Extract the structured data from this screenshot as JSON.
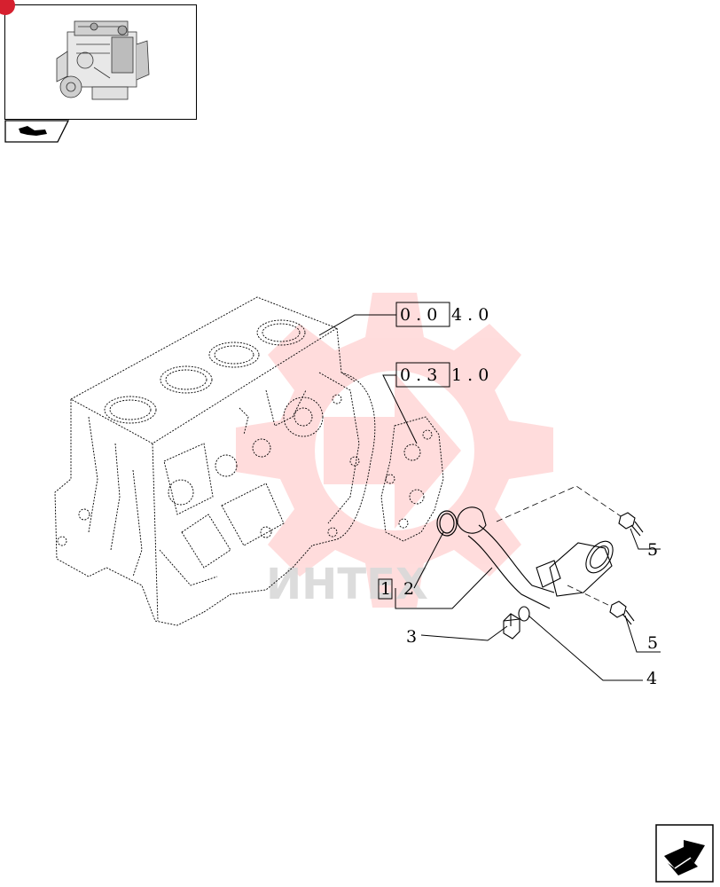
{
  "thumbnail": {
    "icon": "engine-thumbnail",
    "tab_icon": "page-turn-icon",
    "badge_color": "#d6202f"
  },
  "watermark": {
    "text": "ИНТЕХ",
    "color": "#ffb3b3",
    "icon": "gear-logo"
  },
  "references": [
    {
      "boxed": "0 . 0",
      "rest": "4 . 0"
    },
    {
      "boxed": "0 . 3",
      "rest": "1 . 0"
    }
  ],
  "callouts": {
    "c1_box": "1",
    "c2": "2",
    "c3": "3",
    "c4": "4",
    "c5a": "5",
    "c5b": "5"
  },
  "next_page_icon": "next-page-arrow-icon"
}
